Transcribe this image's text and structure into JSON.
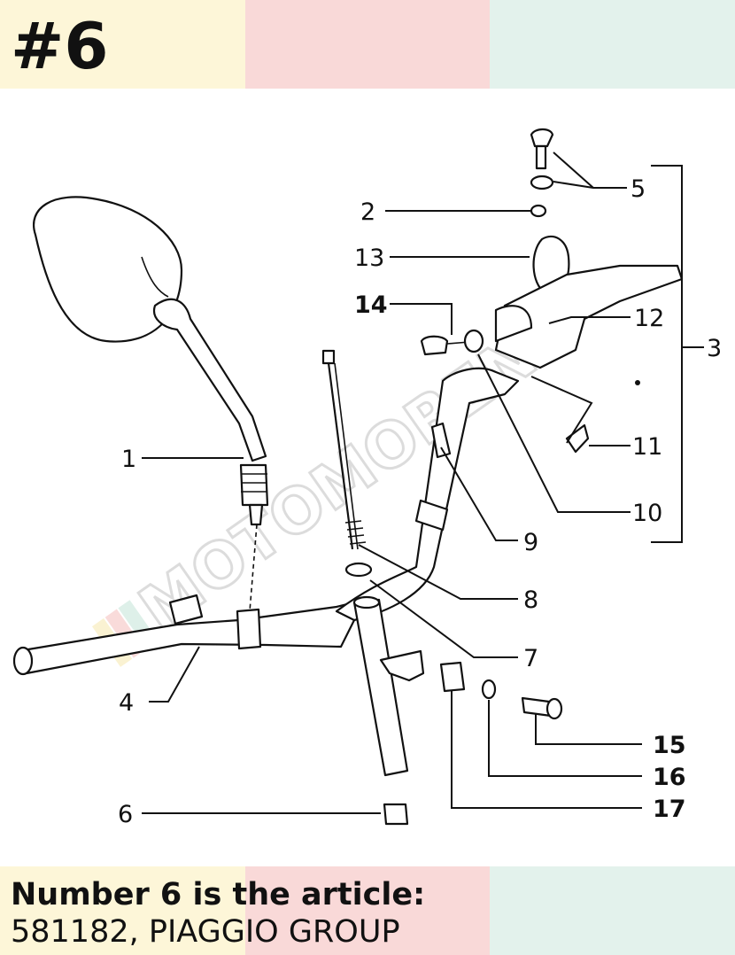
{
  "header": {
    "badge": "#6"
  },
  "diagram": {
    "watermark": "MOTOMOREN",
    "callouts": [
      {
        "id": "1",
        "label": "1"
      },
      {
        "id": "2",
        "label": "2"
      },
      {
        "id": "3",
        "label": "3"
      },
      {
        "id": "4",
        "label": "4"
      },
      {
        "id": "5",
        "label": "5"
      },
      {
        "id": "6",
        "label": "6"
      },
      {
        "id": "7",
        "label": "7"
      },
      {
        "id": "8",
        "label": "8"
      },
      {
        "id": "9",
        "label": "9"
      },
      {
        "id": "10",
        "label": "10"
      },
      {
        "id": "11",
        "label": "11"
      },
      {
        "id": "12",
        "label": "12"
      },
      {
        "id": "13",
        "label": "13"
      },
      {
        "id": "14",
        "label": "14"
      },
      {
        "id": "15",
        "label": "15"
      },
      {
        "id": "16",
        "label": "16"
      },
      {
        "id": "17",
        "label": "17"
      }
    ]
  },
  "footer": {
    "line1": "Number 6 is the article:",
    "line2": "581182, PIAGGIO GROUP"
  },
  "colors": {
    "band_yellow": "#fdf6d8",
    "band_pink": "#f9d9d8",
    "band_mint": "#e3f2ec"
  }
}
